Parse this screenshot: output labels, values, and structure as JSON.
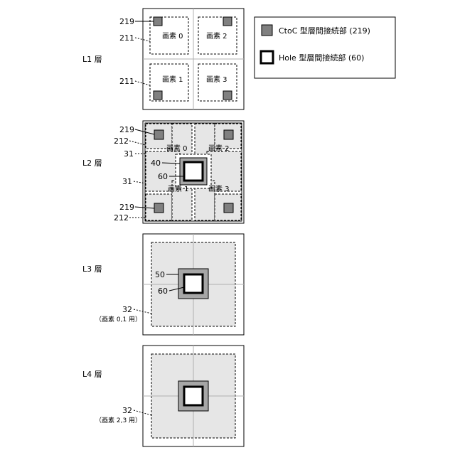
{
  "legend": {
    "ctoc_label": "CtoC 型層間接続部 (219)",
    "hole_label": "Hole 型層間接続部 (60)"
  },
  "layers": {
    "l1": "L1 層",
    "l2": "L2 層",
    "l3": "L3 層",
    "l4": "L4 層"
  },
  "l1": {
    "pixels": [
      "画素 0",
      "画素 1",
      "画素 2",
      "画素 3"
    ],
    "refs": [
      "219",
      "211",
      "211"
    ]
  },
  "l2": {
    "pixels": [
      "画素 0",
      "画素 1",
      "画素 2",
      "画素 3"
    ],
    "refs": [
      "219",
      "212",
      "31",
      "40",
      "60",
      "31",
      "219",
      "212"
    ]
  },
  "l3": {
    "refs": [
      "50",
      "60",
      "32"
    ],
    "sub": "（画素 0,1 用）"
  },
  "l4": {
    "refs": [
      "32"
    ],
    "sub": "（画素 2,3 用）"
  },
  "colors": {
    "ctoc": "#808080",
    "light_fill": "#e6e6e6",
    "hole_ring": "#a6a6a6"
  },
  "icons": [
    "ctoc-connector-icon",
    "hole-connector-icon"
  ]
}
